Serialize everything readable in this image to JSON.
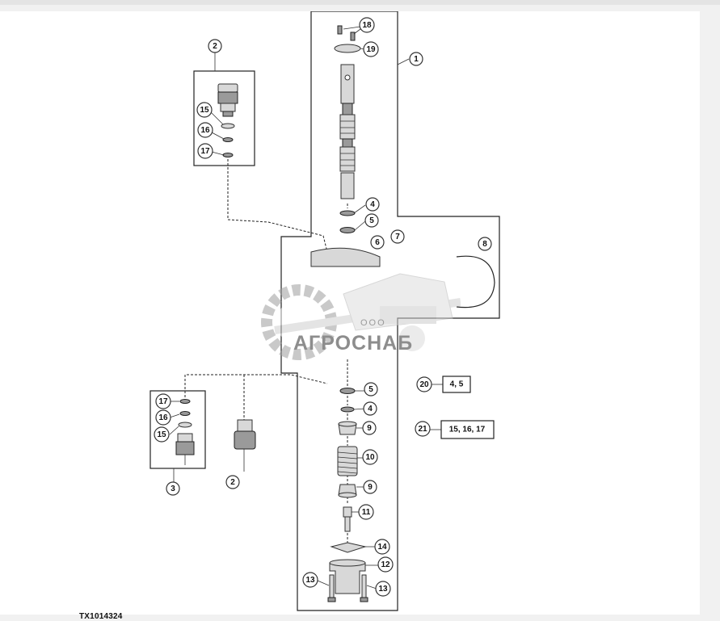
{
  "figure_id": "TX1014324",
  "watermark": {
    "company": "ООО",
    "brand": "АГРОСНАБ"
  },
  "callouts": [
    {
      "id": "c18",
      "label": "18"
    },
    {
      "id": "c19",
      "label": "19"
    },
    {
      "id": "c1",
      "label": "1"
    },
    {
      "id": "c2a",
      "label": "2"
    },
    {
      "id": "c15a",
      "label": "15"
    },
    {
      "id": "c16a",
      "label": "16"
    },
    {
      "id": "c17a",
      "label": "17"
    },
    {
      "id": "c4a",
      "label": "4"
    },
    {
      "id": "c5a",
      "label": "5"
    },
    {
      "id": "c6",
      "label": "6"
    },
    {
      "id": "c7",
      "label": "7"
    },
    {
      "id": "c8",
      "label": "8"
    },
    {
      "id": "c5b",
      "label": "5"
    },
    {
      "id": "c4b",
      "label": "4"
    },
    {
      "id": "c9a",
      "label": "9"
    },
    {
      "id": "c10",
      "label": "10"
    },
    {
      "id": "c9b",
      "label": "9"
    },
    {
      "id": "c11",
      "label": "11"
    },
    {
      "id": "c14",
      "label": "14"
    },
    {
      "id": "c12",
      "label": "12"
    },
    {
      "id": "c13a",
      "label": "13"
    },
    {
      "id": "c13b",
      "label": "13"
    },
    {
      "id": "c17b",
      "label": "17"
    },
    {
      "id": "c16b",
      "label": "16"
    },
    {
      "id": "c15b",
      "label": "15"
    },
    {
      "id": "c3",
      "label": "3"
    },
    {
      "id": "c2b",
      "label": "2"
    },
    {
      "id": "c20",
      "label": "20"
    },
    {
      "id": "c21",
      "label": "21"
    }
  ],
  "legend": [
    {
      "ref": "20",
      "contents": "4, 5"
    },
    {
      "ref": "21",
      "contents": "15, 16, 17"
    }
  ]
}
